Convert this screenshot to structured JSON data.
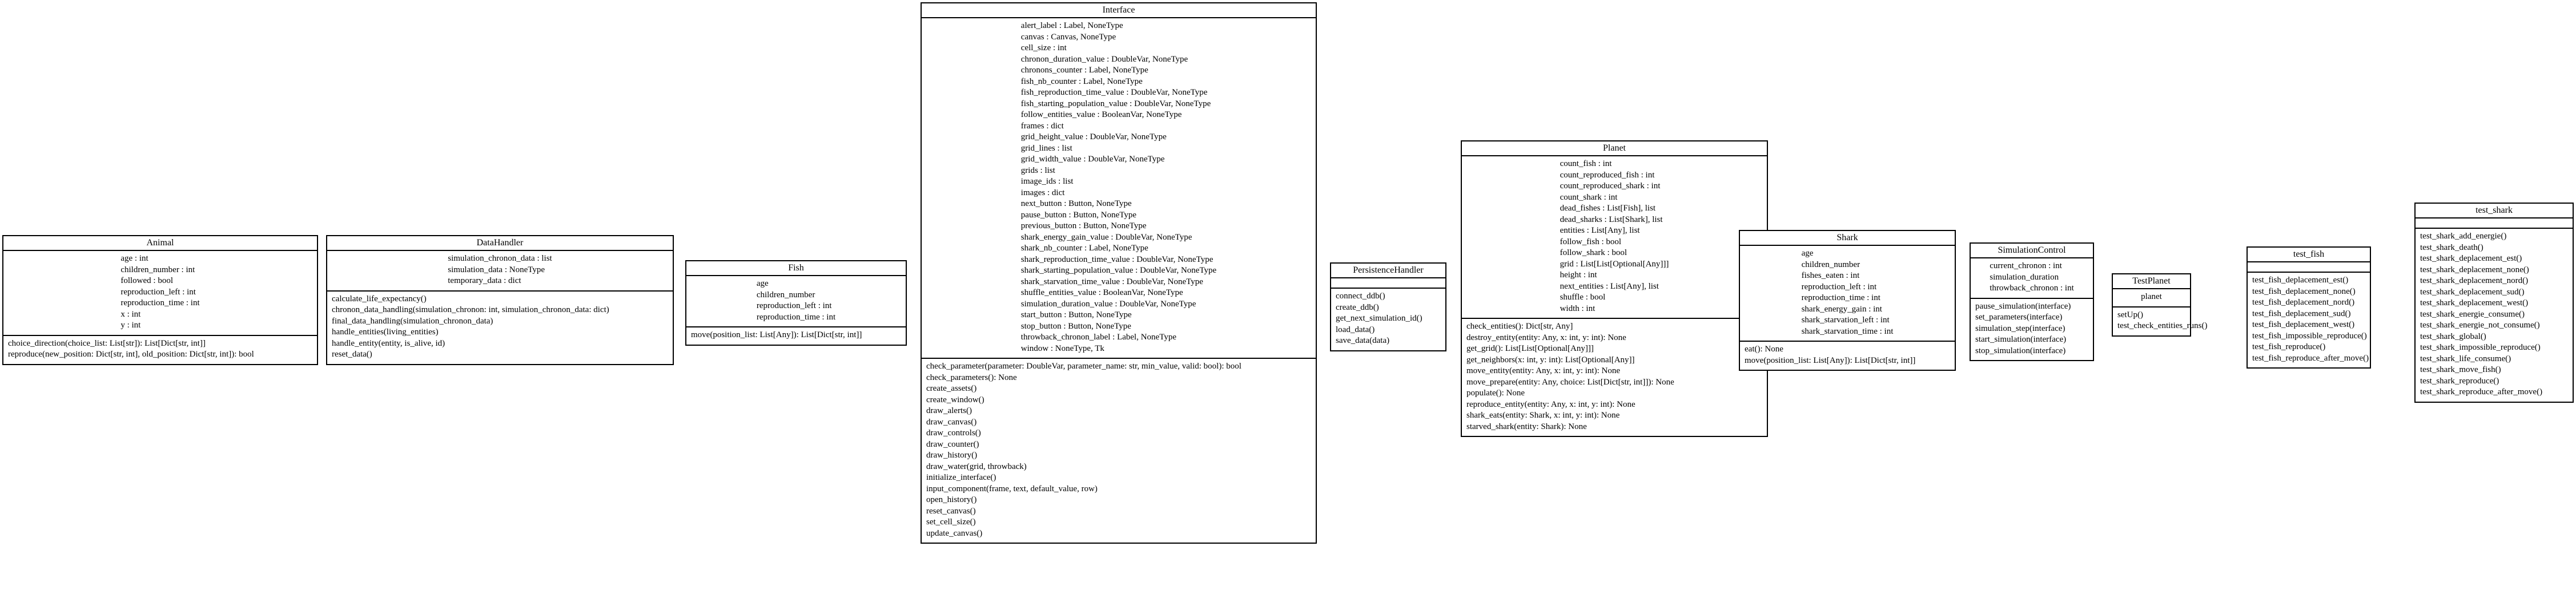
{
  "classes": [
    {
      "id": "animal",
      "name": "Animal",
      "attributes": [
        "age : int",
        "children_number : int",
        "followed : bool",
        "reproduction_left : int",
        "reproduction_time : int",
        "x : int",
        "y : int"
      ],
      "methods": [
        "choice_direction(choice_list: List[str]): List[Dict[str, int]]",
        "reproduce(new_position: Dict[str, int], old_position: Dict[str, int]): bool"
      ]
    },
    {
      "id": "datahandler",
      "name": "DataHandler",
      "attributes": [
        "simulation_chronon_data : list",
        "simulation_data : NoneType",
        "temporary_data : dict"
      ],
      "methods": [
        "calculate_life_expectancy()",
        "chronon_data_handling(simulation_chronon: int, simulation_chronon_data: dict)",
        "final_data_handling(simulation_chronon_data)",
        "handle_entities(living_entities)",
        "handle_entity(entity, is_alive, id)",
        "reset_data()"
      ]
    },
    {
      "id": "fish",
      "name": "Fish",
      "attributes": [
        "age",
        "children_number",
        "reproduction_left : int",
        "reproduction_time : int"
      ],
      "methods": [
        "move(position_list: List[Any]): List[Dict[str, int]]"
      ]
    },
    {
      "id": "interface",
      "name": "Interface",
      "attributes": [
        "alert_label : Label, NoneType",
        "canvas : Canvas, NoneType",
        "cell_size : int",
        "chronon_duration_value : DoubleVar, NoneType",
        "chronons_counter : Label, NoneType",
        "fish_nb_counter : Label, NoneType",
        "fish_reproduction_time_value : DoubleVar, NoneType",
        "fish_starting_population_value : DoubleVar, NoneType",
        "follow_entities_value : BooleanVar, NoneType",
        "frames : dict",
        "grid_height_value : DoubleVar, NoneType",
        "grid_lines : list",
        "grid_width_value : DoubleVar, NoneType",
        "grids : list",
        "image_ids : list",
        "images : dict",
        "next_button : Button, NoneType",
        "pause_button : Button, NoneType",
        "previous_button : Button, NoneType",
        "shark_energy_gain_value : DoubleVar, NoneType",
        "shark_nb_counter : Label, NoneType",
        "shark_reproduction_time_value : DoubleVar, NoneType",
        "shark_starting_population_value : DoubleVar, NoneType",
        "shark_starvation_time_value : DoubleVar, NoneType",
        "shuffle_entities_value : BooleanVar, NoneType",
        "simulation_duration_value : DoubleVar, NoneType",
        "start_button : Button, NoneType",
        "stop_button : Button, NoneType",
        "throwback_chronon_label : Label, NoneType",
        "window : NoneType, Tk"
      ],
      "methods": [
        "check_parameter(parameter: DoubleVar, parameter_name: str, min_value, valid: bool): bool",
        "check_parameters(): None",
        "create_assets()",
        "create_window()",
        "draw_alerts()",
        "draw_canvas()",
        "draw_controls()",
        "draw_counter()",
        "draw_history()",
        "draw_water(grid, throwback)",
        "initialize_interface()",
        "input_component(frame, text, default_value, row)",
        "open_history()",
        "reset_canvas()",
        "set_cell_size()",
        "update_canvas()"
      ]
    },
    {
      "id": "persistencehandler",
      "name": "PersistenceHandler",
      "attributes": [],
      "methods": [
        "connect_ddb()",
        "create_ddb()",
        "get_next_simulation_id()",
        "load_data()",
        "save_data(data)"
      ]
    },
    {
      "id": "planet",
      "name": "Planet",
      "attributes": [
        "count_fish : int",
        "count_reproduced_fish : int",
        "count_reproduced_shark : int",
        "count_shark : int",
        "dead_fishes : List[Fish], list",
        "dead_sharks : List[Shark], list",
        "entities : List[Any], list",
        "follow_fish : bool",
        "follow_shark : bool",
        "grid : List[List[Optional[Any]]]",
        "height : int",
        "next_entities : List[Any], list",
        "shuffle : bool",
        "width : int"
      ],
      "methods": [
        "check_entities(): Dict[str, Any]",
        "destroy_entity(entity: Any, x: int, y: int): None",
        "get_grid(): List[List[Optional[Any]]]",
        "get_neighbors(x: int, y: int): List[Optional[Any]]",
        "move_entity(entity: Any, x: int, y: int): None",
        "move_prepare(entity: Any, choice: List[Dict[str, int]]): None",
        "populate(): None",
        "reproduce_entity(entity: Any, x: int, y: int): None",
        "shark_eats(entity: Shark, x: int, y: int): None",
        "starved_shark(entity: Shark): None"
      ]
    },
    {
      "id": "shark",
      "name": "Shark",
      "attributes": [
        "age",
        "children_number",
        "fishes_eaten : int",
        "reproduction_left : int",
        "reproduction_time : int",
        "shark_energy_gain : int",
        "shark_starvation_left : int",
        "shark_starvation_time : int"
      ],
      "methods": [
        "eat(): None",
        "move(position_list: List[Any]): List[Dict[str, int]]"
      ]
    },
    {
      "id": "simulationcontrol",
      "name": "SimulationControl",
      "attributes": [
        "current_chronon : int",
        "simulation_duration",
        "throwback_chronon : int"
      ],
      "methods": [
        "pause_simulation(interface)",
        "set_parameters(interface)",
        "simulation_step(interface)",
        "start_simulation(interface)",
        "stop_simulation(interface)"
      ]
    },
    {
      "id": "testplanet",
      "name": "TestPlanet",
      "attributes": [
        "planet"
      ],
      "methods": [
        "setUp()",
        "test_check_entities_runs()"
      ]
    },
    {
      "id": "testfish",
      "name": "test_fish",
      "attributes": [],
      "methods": [
        "test_fish_deplacement_est()",
        "test_fish_deplacement_none()",
        "test_fish_deplacement_nord()",
        "test_fish_deplacement_sud()",
        "test_fish_deplacement_west()",
        "test_fish_impossible_reproduce()",
        "test_fish_reproduce()",
        "test_fish_reproduce_after_move()"
      ]
    },
    {
      "id": "testshark",
      "name": "test_shark",
      "attributes": [],
      "methods": [
        "test_shark_add_energie()",
        "test_shark_death()",
        "test_shark_deplacement_est()",
        "test_shark_deplacement_none()",
        "test_shark_deplacement_nord()",
        "test_shark_deplacement_sud()",
        "test_shark_deplacement_west()",
        "test_shark_energie_consume()",
        "test_shark_energie_not_consume()",
        "test_shark_global()",
        "test_shark_impossible_reproduce()",
        "test_shark_life_consume()",
        "test_shark_move_fish()",
        "test_shark_reproduce()",
        "test_shark_reproduce_after_move()"
      ]
    }
  ]
}
